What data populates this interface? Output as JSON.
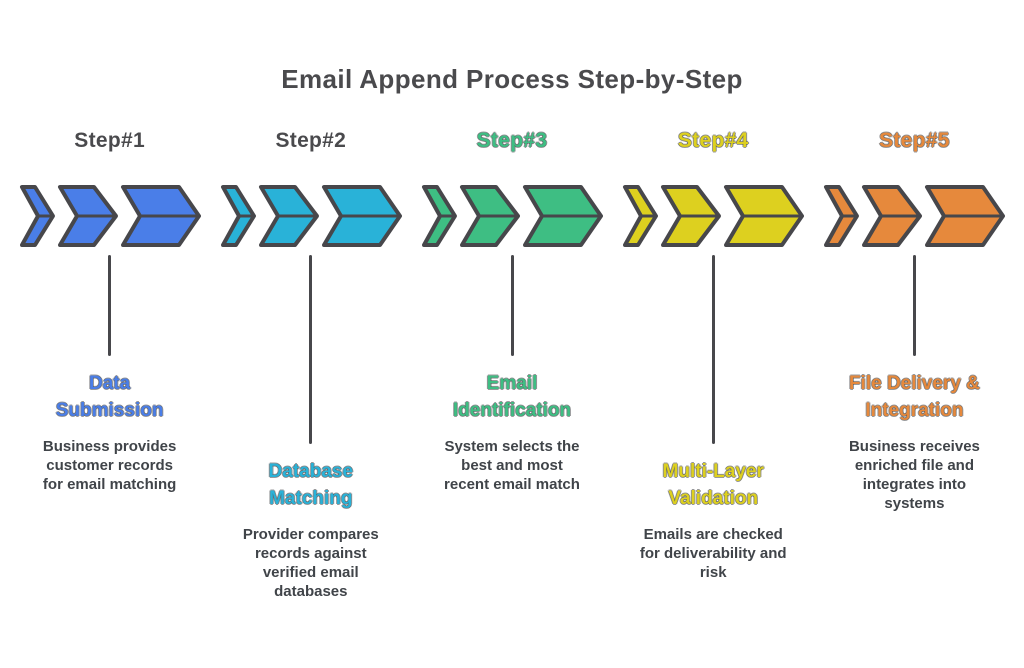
{
  "title": "Email Append Process Step-by-Step",
  "colors": {
    "heading": "#4a4a4d",
    "outline": "#47474b",
    "connector": "#47474b",
    "body_text": "#404449"
  },
  "steps": [
    {
      "label": "Step#1",
      "label_color": "#4a4a4d",
      "icon": "triple-chevron-right",
      "chevron_fill": "#4a7ee8",
      "title": "Data\nSubmission",
      "title_color": "#4a7ee8",
      "description": "Business provides\ncustomer records\nfor email matching"
    },
    {
      "label": "Step#2",
      "label_color": "#4a4a4d",
      "icon": "triple-chevron-right",
      "chevron_fill": "#29b2d8",
      "title": "Database\nMatching",
      "title_color": "#29b2d8",
      "description": "Provider compares\nrecords against\nverified email\ndatabases"
    },
    {
      "label": "Step#3",
      "label_color": "#3ebe83",
      "icon": "triple-chevron-right",
      "chevron_fill": "#3ebe83",
      "title": "Email\nIdentification",
      "title_color": "#3ebe83",
      "description": "System selects the\nbest and most\nrecent email match"
    },
    {
      "label": "Step#4",
      "label_color": "#ddd01f",
      "icon": "triple-chevron-right",
      "chevron_fill": "#ddd01f",
      "title": "Multi-Layer\nValidation",
      "title_color": "#ddd01f",
      "description": "Emails are checked\nfor deliverability and\nrisk"
    },
    {
      "label": "Step#5",
      "label_color": "#e6893c",
      "icon": "triple-chevron-right",
      "chevron_fill": "#e6893c",
      "title": "File Delivery &\nIntegration",
      "title_color": "#e6893c",
      "description": "Business receives\nenriched file and\nintegrates into\nsystems"
    }
  ]
}
